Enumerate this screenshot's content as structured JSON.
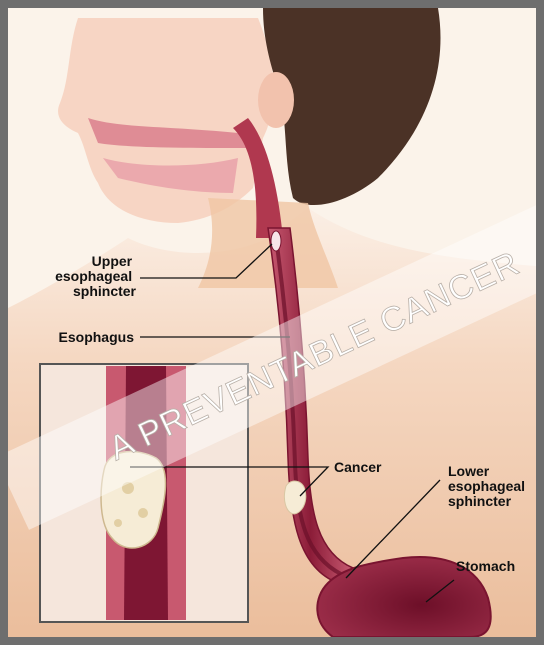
{
  "watermark": "A PREVENTABLE CANCER",
  "labels": {
    "upper_sphincter": [
      "Upper",
      "esophageal",
      "sphincter"
    ],
    "esophagus": "Esophagus",
    "cancer": "Cancer",
    "lower_sphincter": [
      "Lower",
      "esophageal",
      "sphincter"
    ],
    "stomach": "Stomach"
  },
  "colors": {
    "skin": "#f1c8a6",
    "esophagus": "#b9324e",
    "lumen": "#7b1430",
    "tumor": "#f6ecd6",
    "frame": "#6e6e6e"
  }
}
